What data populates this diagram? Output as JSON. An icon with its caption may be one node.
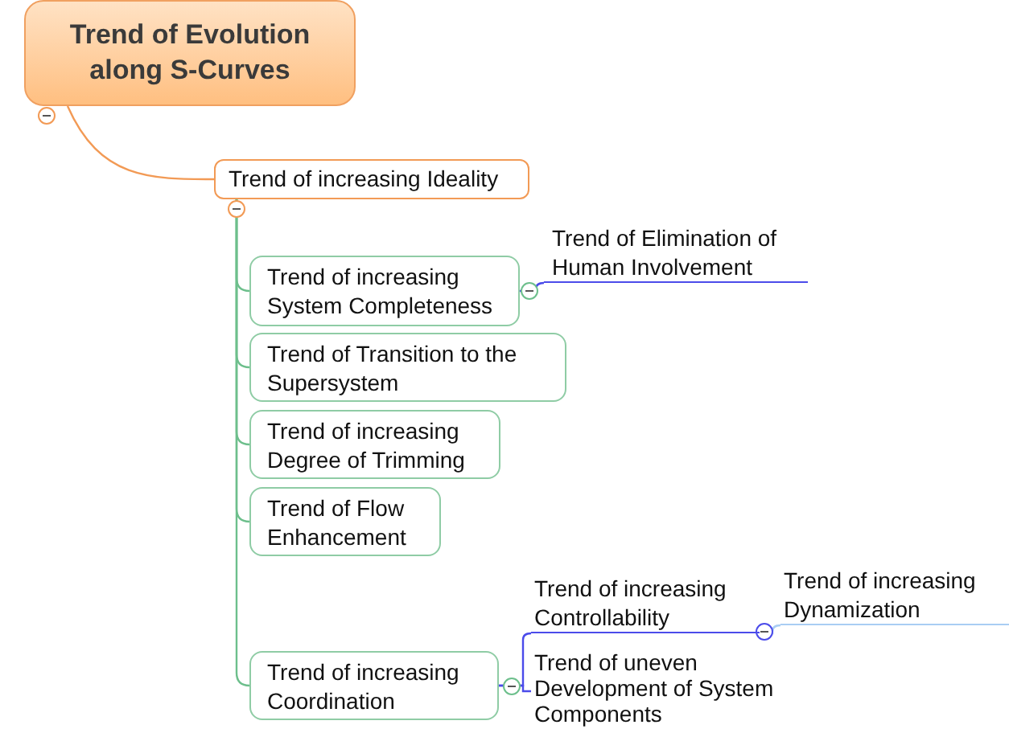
{
  "diagram": {
    "nodes": [
      {
        "text": [
          "Trend of Evolution along S-Curves"
        ]
      },
      {
        "text": [
          "Trend of increasing Ideality"
        ]
      },
      {
        "text": [
          "Trend of increasing System Completeness"
        ]
      },
      {
        "text": [
          "Trend of Transition to the Supersystem"
        ]
      },
      {
        "text": [
          "Trend of increasing Degree of Trimming"
        ]
      },
      {
        "text": [
          "Trend of Flow Enhancement"
        ]
      },
      {
        "text": [
          "Trend of increasing Coordination"
        ]
      },
      {
        "text": [
          "Trend of Elimination of Human Involvement"
        ]
      },
      {
        "text": [
          "Trend of increasing Controllability"
        ]
      },
      {
        "text": [
          "Trend of increasing Dynamization"
        ]
      },
      {
        "text": [
          "Trend of uneven Development of System Components"
        ]
      }
    ],
    "edges": [
      {
        "from": 0,
        "to": 1,
        "arrow": "none",
        "color": "#f29a55"
      },
      {
        "from": 1,
        "to": 2,
        "arrow": "none"
      },
      {
        "from": 1,
        "to": 3,
        "arrow": "none"
      },
      {
        "from": 1,
        "to": 4,
        "arrow": "none"
      },
      {
        "from": 1,
        "to": 5,
        "arrow": "none"
      },
      {
        "from": 1,
        "to": 6,
        "arrow": "none"
      },
      {
        "from": 2,
        "to": 7,
        "arrow": "none",
        "color": "#4b4bea"
      },
      {
        "from": 6,
        "to": 8,
        "arrow": "none",
        "color": "#4b4bea"
      },
      {
        "from": 6,
        "to": 10,
        "arrow": "none",
        "color": "#4b4bea"
      },
      {
        "from": 8,
        "to": 9,
        "arrow": "none",
        "color": "#a9cdf3"
      }
    ]
  }
}
